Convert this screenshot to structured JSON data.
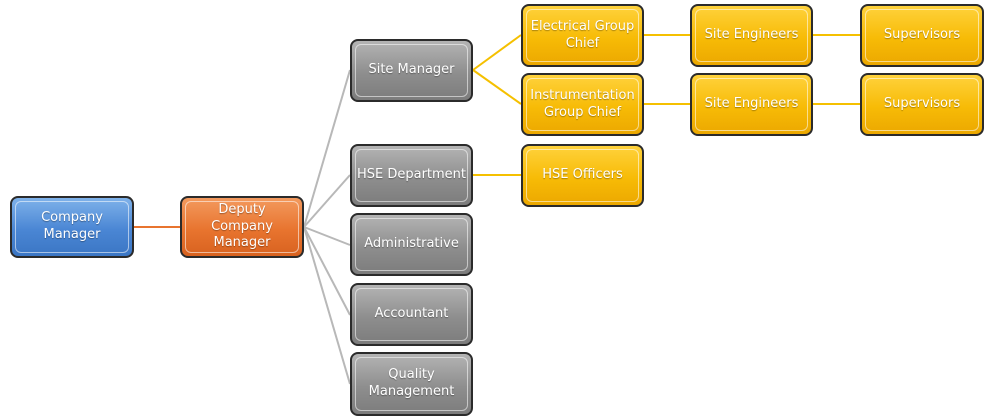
{
  "org_chart": {
    "colors": {
      "top": "#4a86d4",
      "deputy": "#e8742f",
      "department": "#8e8e8e",
      "group": "#f7bb06",
      "connector_gray": "#b8b8b8",
      "connector_orange": "#e8742f",
      "connector_yellow": "#f5c000"
    },
    "nodes": {
      "company_manager": "Company Manager",
      "deputy_manager": "Deputy Company Manager",
      "site_manager": "Site Manager",
      "hse_department": "HSE Department",
      "administrative": "Administrative",
      "accountant": "Accountant",
      "quality_management": "Quality Management",
      "electrical_chief": "Electrical Group Chief",
      "instrumentation_chief": "Instrumentation Group Chief",
      "hse_officers": "HSE Officers",
      "site_engineers_1": "Site Engineers",
      "site_engineers_2": "Site Engineers",
      "supervisors_1": "Supervisors",
      "supervisors_2": "Supervisors"
    }
  }
}
